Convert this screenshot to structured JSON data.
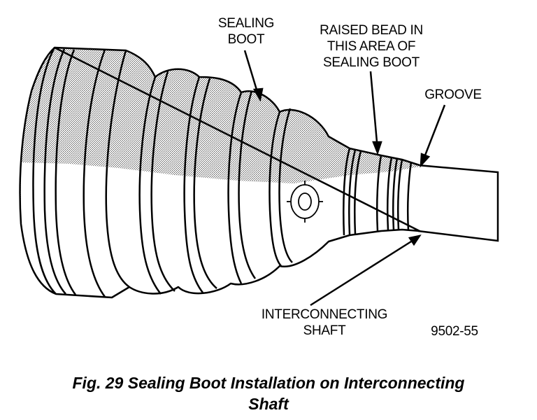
{
  "labels": {
    "sealing_boot": [
      "SEALING",
      "BOOT"
    ],
    "raised_bead": [
      "RAISED BEAD IN",
      "THIS AREA OF",
      "SEALING BOOT"
    ],
    "groove": "GROOVE",
    "interconnecting_shaft": [
      "INTERCONNECTING",
      "SHAFT"
    ],
    "figure_code": "9502-55"
  },
  "caption": {
    "line1": "Fig. 29 Sealing Boot Installation on Interconnecting",
    "line2": "Shaft"
  },
  "colors": {
    "ink": "#000000",
    "shading": "#a8a8a8",
    "paper": "#ffffff"
  }
}
